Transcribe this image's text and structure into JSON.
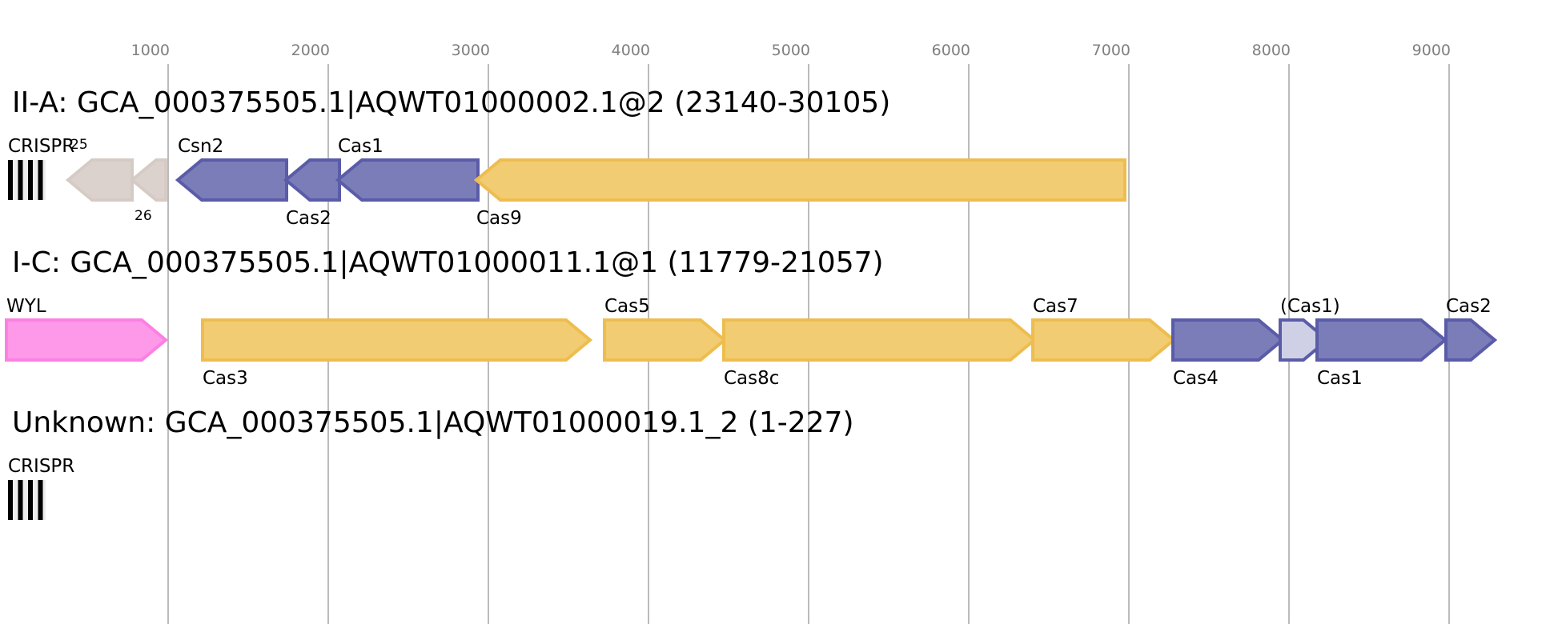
{
  "chart_data": {
    "type": "gene-arrow-map",
    "axis": {
      "ticks": [
        1000,
        2000,
        3000,
        4000,
        5000,
        6000,
        7000,
        8000,
        9000
      ],
      "tick_labels": [
        "1000",
        "2000",
        "3000",
        "4000",
        "5000",
        "6000",
        "7000",
        "8000",
        "9000"
      ],
      "grid": true
    },
    "colors": {
      "cas_core_fill": "#7b7db8",
      "cas_core_stroke": "#5a5ca8",
      "effector_fill": "#f2cc72",
      "effector_stroke": "#eebd4f",
      "accessory_fill": "#fe99ea",
      "accessory_stroke": "#fc80e2",
      "unknown_fill": "#dbd2cd",
      "unknown_stroke": "#d6cbc4",
      "partial_fill": "#cfd0e6",
      "partial_stroke": "#5a5ca8",
      "crispr": "#000000"
    },
    "tracks": [
      {
        "title": "II-A: GCA_000375505.1|AQWT01000002.1@2 (23140-30105)",
        "features": [
          {
            "kind": "crispr",
            "label": "CRISPR",
            "start": 0,
            "end": 235,
            "label_pos": "above"
          },
          {
            "kind": "gene",
            "label": "25",
            "start": 375,
            "end": 775,
            "strand": "-",
            "category": "unknown",
            "label_pos": "above",
            "label_size": "small"
          },
          {
            "kind": "gene",
            "label": "26",
            "start": 775,
            "end": 985,
            "strand": "-",
            "category": "unknown",
            "label_pos": "below",
            "label_size": "small"
          },
          {
            "kind": "gene",
            "label": "Csn2",
            "start": 1060,
            "end": 1740,
            "strand": "-",
            "category": "cas_core",
            "label_pos": "above"
          },
          {
            "kind": "gene",
            "label": "Cas2",
            "start": 1735,
            "end": 2070,
            "strand": "-",
            "category": "cas_core",
            "label_pos": "below"
          },
          {
            "kind": "gene",
            "label": "Cas1",
            "start": 2060,
            "end": 2935,
            "strand": "-",
            "category": "cas_core",
            "label_pos": "above"
          },
          {
            "kind": "gene",
            "label": "Cas9",
            "start": 2925,
            "end": 6975,
            "strand": "-",
            "category": "effector",
            "label_pos": "below"
          }
        ]
      },
      {
        "title": "I-C: GCA_000375505.1|AQWT01000011.1@1 (11779-21057)",
        "features": [
          {
            "kind": "gene",
            "label": "WYL",
            "start": -10,
            "end": 985,
            "strand": "+",
            "category": "accessory",
            "label_pos": "above"
          },
          {
            "kind": "gene",
            "label": "Cas3",
            "start": 1215,
            "end": 3635,
            "strand": "+",
            "category": "effector",
            "label_pos": "below"
          },
          {
            "kind": "gene",
            "label": "Cas5",
            "start": 3725,
            "end": 4475,
            "strand": "+",
            "category": "effector",
            "label_pos": "above"
          },
          {
            "kind": "gene",
            "label": "Cas8c",
            "start": 4470,
            "end": 6410,
            "strand": "+",
            "category": "effector",
            "label_pos": "below"
          },
          {
            "kind": "gene",
            "label": "Cas7",
            "start": 6400,
            "end": 7280,
            "strand": "+",
            "category": "effector",
            "label_pos": "above"
          },
          {
            "kind": "gene",
            "label": "Cas4",
            "start": 7275,
            "end": 7960,
            "strand": "+",
            "category": "cas_core",
            "label_pos": "below"
          },
          {
            "kind": "gene",
            "label": "(Cas1)",
            "start": 7945,
            "end": 8240,
            "strand": "+",
            "category": "partial",
            "label_pos": "above"
          },
          {
            "kind": "gene",
            "label": "Cas1",
            "start": 8175,
            "end": 8975,
            "strand": "+",
            "category": "cas_core",
            "label_pos": "below"
          },
          {
            "kind": "gene",
            "label": "Cas2",
            "start": 8980,
            "end": 9285,
            "strand": "+",
            "category": "cas_core",
            "label_pos": "above"
          }
        ]
      },
      {
        "title": "Unknown: GCA_000375505.1|AQWT01000019.1_2 (1-227)",
        "features": [
          {
            "kind": "crispr",
            "label": "CRISPR",
            "start": 0,
            "end": 235,
            "label_pos": "above"
          }
        ]
      }
    ]
  }
}
